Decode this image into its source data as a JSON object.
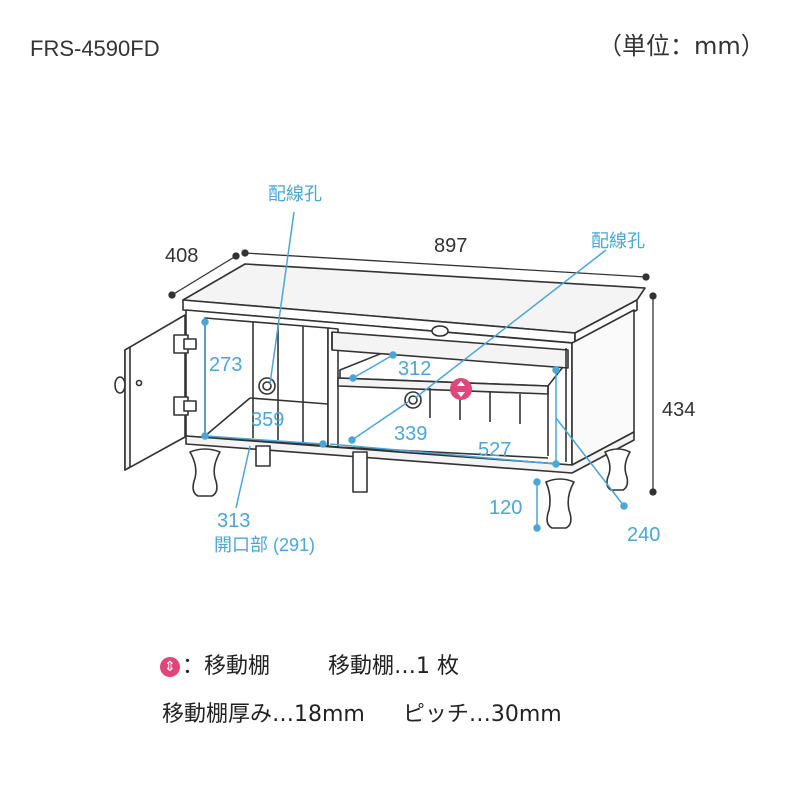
{
  "model": "FRS-4590FD",
  "unit": "（単位：mm）",
  "dims": {
    "depth": "408",
    "width": "897",
    "height": "434",
    "inner_height_left": "273",
    "inner_width_left": "359",
    "shelf_depth": "312",
    "inner_width_center": "339",
    "inner_width_right": "527",
    "leg_height": "120",
    "side_depth": "240",
    "door_width": "313",
    "opening_label": "開口部 (291)"
  },
  "labels": {
    "wiring_hole_left": "配線孔",
    "wiring_hole_right": "配線孔"
  },
  "legend": {
    "icon": "⇕",
    "movable_label": "：移動棚",
    "movable_count": "移動棚…1 枚",
    "thickness": "移動棚厚み…18mm",
    "pitch": "ピッチ…30mm"
  },
  "colors": {
    "line": "#333333",
    "dimension": "#4ba6d6",
    "shelf_marker": "#e0457b"
  }
}
